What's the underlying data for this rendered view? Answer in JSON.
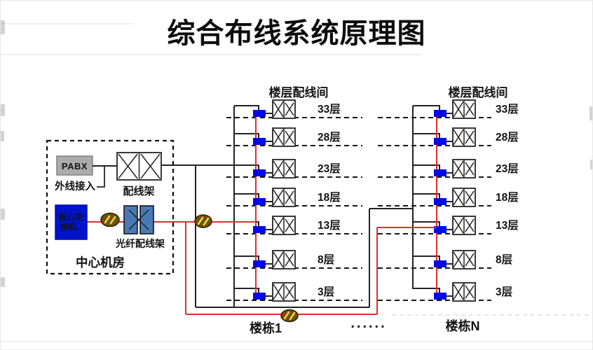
{
  "title": "综合布线系统原理图",
  "machine_room": {
    "label": "中心机房",
    "pabx": "PABX",
    "external_access": "外线接入",
    "patch_panel": "配线架",
    "core_switch_line1": "核心交",
    "core_switch_line2": "换机",
    "fiber_patch_panel": "光纤配线架"
  },
  "columns": [
    {
      "header": "楼层配线间",
      "building_label": "楼栋1",
      "floors": [
        "33层",
        "28层",
        "23层",
        "18层",
        "13层",
        "8层",
        "3层"
      ]
    },
    {
      "header": "楼层配线间",
      "building_label": "楼栋N",
      "floors": [
        "33层",
        "28层",
        "23层",
        "18层",
        "13层",
        "8层",
        "3层"
      ]
    }
  ],
  "ellipsis": "......",
  "icons": {
    "fiber_cable": "fiber-cable-icon"
  },
  "colors": {
    "copper_line": "#232323",
    "fiber_line": "#e02f2a",
    "fiber_node": "#0009e8",
    "fiber_panel_fill": "#4a7ab5",
    "pabx_fill": "#ababab",
    "switch_fill": "#0013cc"
  }
}
